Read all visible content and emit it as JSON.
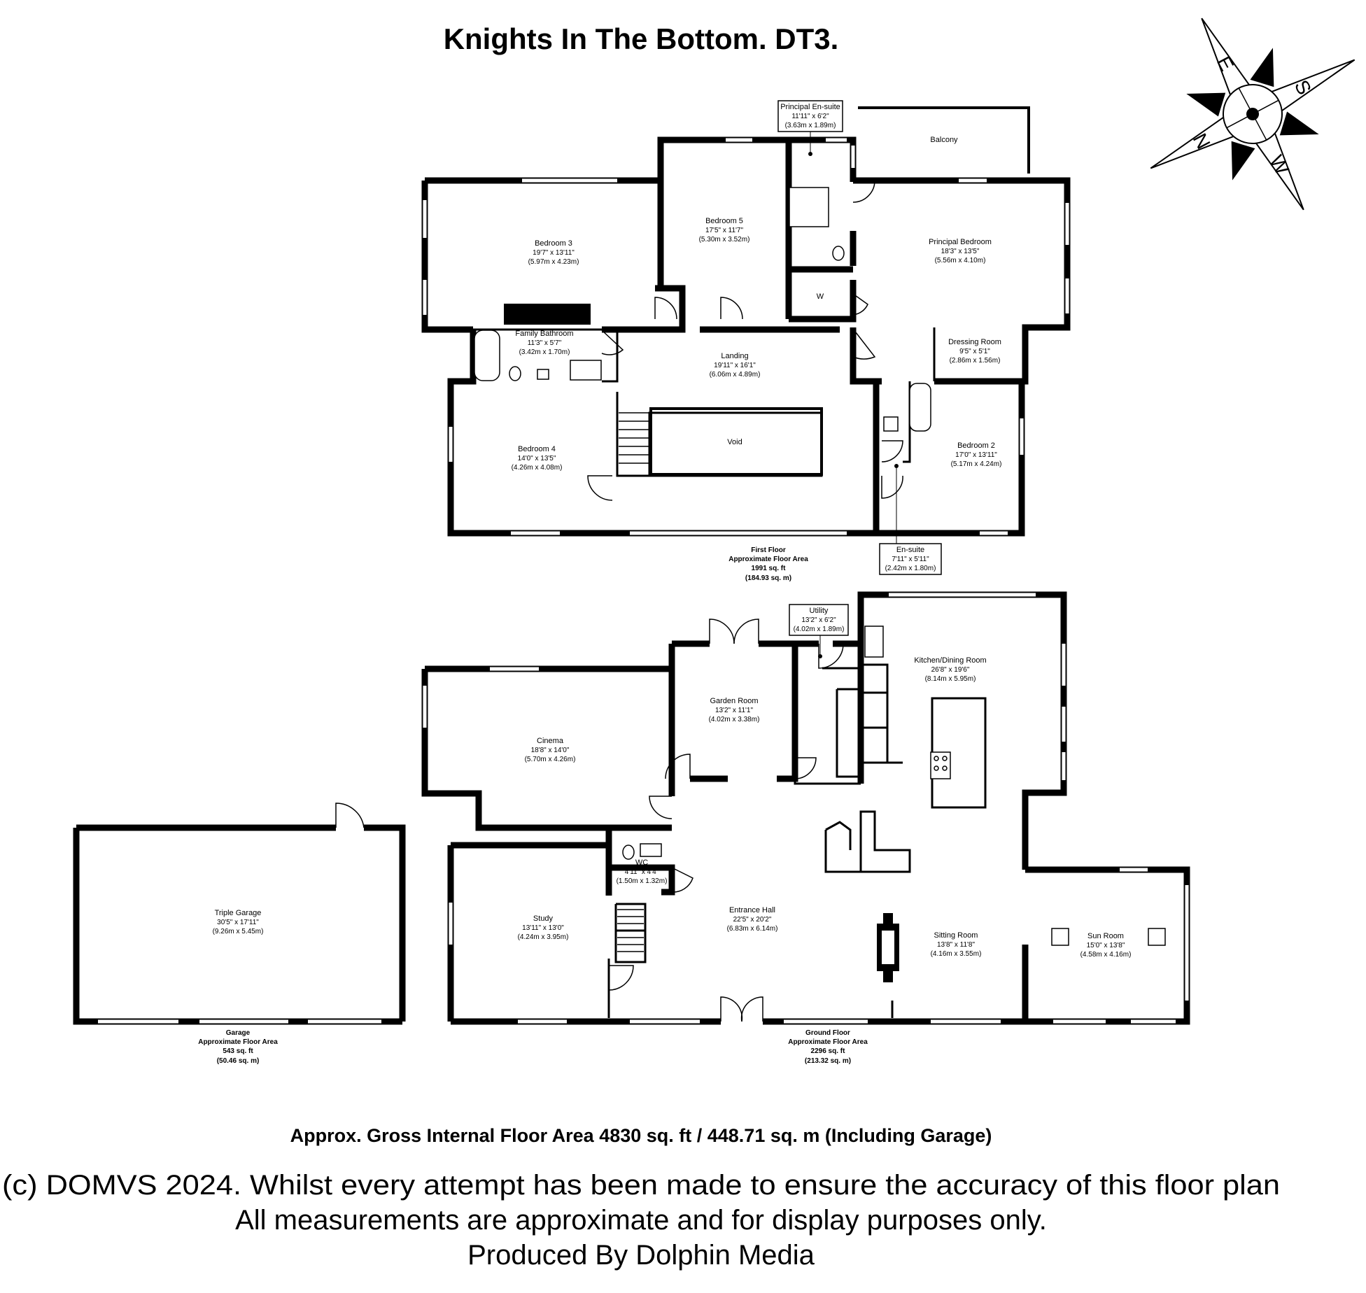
{
  "title": "Knights In The Bottom. DT3.",
  "compass": {
    "icon": "compass-rose-icon",
    "letters": [
      "N",
      "E",
      "S",
      "W"
    ]
  },
  "first_floor": {
    "label": "First Floor",
    "area_label": "Approximate Floor Area",
    "area_sqft": "1991 sq. ft",
    "area_sqm": "(184.93 sq. m)",
    "rooms": {
      "principal_ensuite": {
        "name": "Principal En-suite",
        "imperial": "11'11\" x 6'2\"",
        "metric": "(3.63m x 1.89m)"
      },
      "balcony": {
        "name": "Balcony"
      },
      "bedroom3": {
        "name": "Bedroom 3",
        "imperial": "19'7\" x 13'11\"",
        "metric": "(5.97m x 4.23m)"
      },
      "bedroom5": {
        "name": "Bedroom 5",
        "imperial": "17'5\" x 11'7\"",
        "metric": "(5.30m x 3.52m)"
      },
      "principal_bedroom": {
        "name": "Principal Bedroom",
        "imperial": "18'3\" x 13'5\"",
        "metric": "(5.56m x 4.10m)"
      },
      "wardrobe": {
        "name": "W"
      },
      "family_bathroom": {
        "name": "Family Bathroom",
        "imperial": "11'3\" x 5'7\"",
        "metric": "(3.42m x 1.70m)"
      },
      "landing": {
        "name": "Landing",
        "imperial": "19'11\" x 16'1\"",
        "metric": "(6.06m x 4.89m)"
      },
      "dressing_room": {
        "name": "Dressing Room",
        "imperial": "9'5\" x 5'1\"",
        "metric": "(2.86m x 1.56m)"
      },
      "bedroom4": {
        "name": "Bedroom 4",
        "imperial": "14'0\" x 13'5\"",
        "metric": "(4.26m x 4.08m)"
      },
      "void": {
        "name": "Void"
      },
      "bedroom2": {
        "name": "Bedroom 2",
        "imperial": "17'0\" x 13'11\"",
        "metric": "(5.17m x 4.24m)"
      },
      "ensuite": {
        "name": "En-suite",
        "imperial": "7'11\" x 5'11\"",
        "metric": "(2.42m x 1.80m)"
      }
    }
  },
  "ground_floor": {
    "label": "Ground Floor",
    "area_label": "Approximate Floor Area",
    "area_sqft": "2296 sq. ft",
    "area_sqm": "(213.32 sq. m)",
    "rooms": {
      "utility": {
        "name": "Utility",
        "imperial": "13'2\" x 6'2\"",
        "metric": "(4.02m x 1.89m)"
      },
      "kitchen": {
        "name": "Kitchen/Dining Room",
        "imperial": "26'8\" x 19'6\"",
        "metric": "(8.14m x 5.95m)"
      },
      "garden_room": {
        "name": "Garden Room",
        "imperial": "13'2\" x 11'1\"",
        "metric": "(4.02m x 3.38m)"
      },
      "cinema": {
        "name": "Cinema",
        "imperial": "18'8\" x 14'0\"",
        "metric": "(5.70m x 4.26m)"
      },
      "wc": {
        "name": "WC",
        "imperial": "4'11\" x 4'4\"",
        "metric": "(1.50m x 1.32m)"
      },
      "study": {
        "name": "Study",
        "imperial": "13'11\" x 13'0\"",
        "metric": "(4.24m x 3.95m)"
      },
      "entrance_hall": {
        "name": "Entrance Hall",
        "imperial": "22'5\" x 20'2\"",
        "metric": "(6.83m x 6.14m)"
      },
      "sitting_room": {
        "name": "Sitting Room",
        "imperial": "13'8\" x 11'8\"",
        "metric": "(4.16m x 3.55m)"
      },
      "sun_room": {
        "name": "Sun Room",
        "imperial": "15'0\" x 13'8\"",
        "metric": "(4.58m x 4.16m)"
      }
    }
  },
  "garage": {
    "label": "Garage",
    "area_label": "Approximate Floor Area",
    "area_sqft": "543 sq. ft",
    "area_sqm": "(50.46 sq. m)",
    "rooms": {
      "triple_garage": {
        "name": "Triple Garage",
        "imperial": "30'5\" x 17'11\"",
        "metric": "(9.26m x 5.45m)"
      }
    }
  },
  "gross_area": "Approx. Gross Internal Floor Area 4830 sq. ft / 448.71 sq. m (Including Garage)",
  "footer": {
    "line1": "(c) DOMVS 2024. Whilst every attempt has been made to ensure the accuracy of this floor plan",
    "line2": "All measurements are approximate and for display purposes only.",
    "line3": "Produced By Dolphin Media"
  }
}
